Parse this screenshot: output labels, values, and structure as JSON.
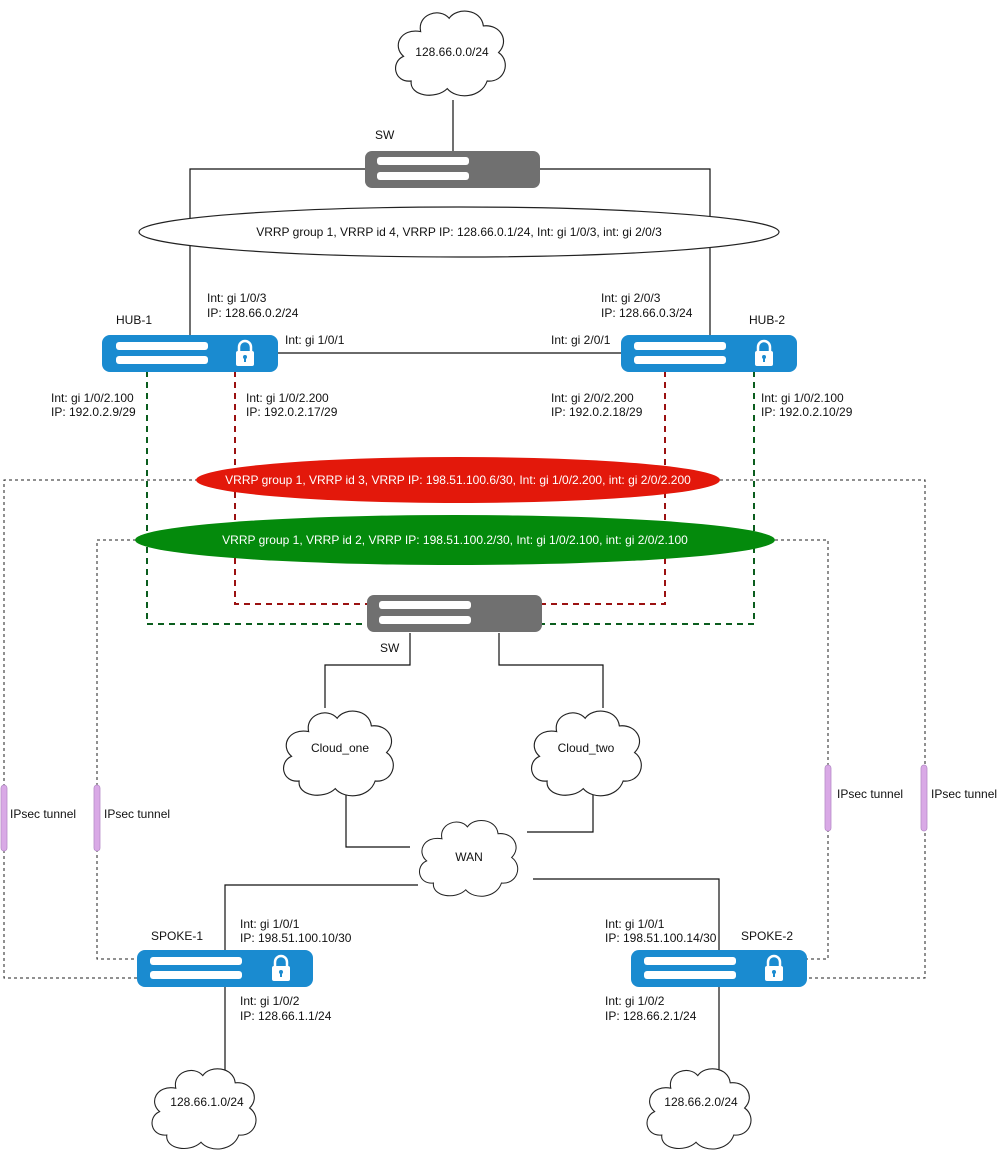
{
  "colors": {
    "router": "#1a8bd0",
    "switch": "#707070",
    "vrrp_top_fill": "#ffffff",
    "vrrp_red": "#e3180b",
    "vrrp_green": "#048a0c",
    "dash_green": "#0b5d1e",
    "dash_red": "#9b1111",
    "tunnel": "#d9a9e6"
  },
  "clouds": {
    "top": "128.66.0.0/24",
    "cloud_one": "Cloud_one",
    "cloud_two": "Cloud_two",
    "wan": "WAN",
    "spoke1_lan": "128.66.1.0/24",
    "spoke2_lan": "128.66.2.0/24"
  },
  "switches": {
    "top_label": "SW",
    "bottom_label": "SW"
  },
  "vrrp": {
    "top": "VRRP group 1, VRRP id 4, VRRP IP: 128.66.0.1/24, Int: gi 1/0/3, int: gi 2/0/3",
    "red": "VRRP group 1, VRRP id 3, VRRP IP: 198.51.100.6/30, Int: gi 1/0/2.200, int: gi 2/0/2.200",
    "green": "VRRP group 1, VRRP id 2, VRRP IP: 198.51.100.2/30, Int: gi 1/0/2.100, int: gi 2/0/2.100"
  },
  "hub1": {
    "name": "HUB-1",
    "up_int": "Int: gi 1/0/3",
    "up_ip": "IP: 128.66.0.2/24",
    "link_int": "Int: gi 1/0/1",
    "sub100_int": "Int: gi 1/0/2.100",
    "sub100_ip": "IP: 192.0.2.9/29",
    "sub200_int": "Int: gi 1/0/2.200",
    "sub200_ip": "IP: 192.0.2.17/29"
  },
  "hub2": {
    "name": "HUB-2",
    "up_int": "Int: gi 2/0/3",
    "up_ip": "IP: 128.66.0.3/24",
    "link_int": "Int: gi 2/0/1",
    "sub200_int": "Int: gi 2/0/2.200",
    "sub200_ip": "IP: 192.0.2.18/29",
    "sub100_int": "Int: gi 1/0/2.100",
    "sub100_ip": "IP: 192.0.2.10/29"
  },
  "spoke1": {
    "name": "SPOKE-1",
    "wan_int": "Int: gi 1/0/1",
    "wan_ip": "IP: 198.51.100.10/30",
    "lan_int": "Int: gi 1/0/2",
    "lan_ip": "IP: 128.66.1.1/24"
  },
  "spoke2": {
    "name": "SPOKE-2",
    "wan_int": "Int: gi 1/0/1",
    "wan_ip": "IP: 198.51.100.14/30",
    "lan_int": "Int: gi 1/0/2",
    "lan_ip": "IP: 128.66.2.1/24"
  },
  "tunnels": {
    "label": "IPsec tunnel"
  }
}
